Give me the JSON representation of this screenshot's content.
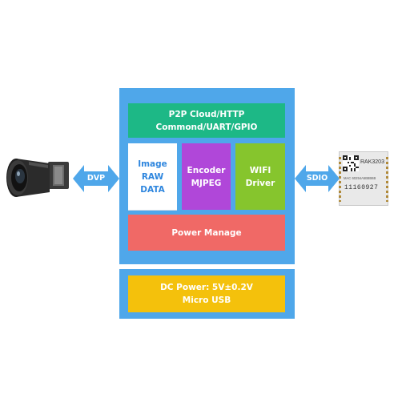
{
  "blocks": {
    "cloud": "P2P Cloud/HTTP\nCommond/UART/GPIO",
    "image": "Image\nRAW\nDATA",
    "encoder": "Encoder\nMJPEG",
    "wifi": "WIFI\nDriver",
    "power": "Power Manage",
    "dc": "DC Power: 5V±0.2V\nMicro USB"
  },
  "connectors": {
    "left": "DVP",
    "right": "SDIO"
  },
  "module_chip": {
    "model": "RAK3203",
    "mac": "MAC 60254A5B8B6B",
    "serial": "11160927"
  },
  "colors": {
    "panel": "#4FA7EA",
    "cloud": "#1DB886",
    "encoder": "#B047D9",
    "wifi": "#86C52D",
    "power": "#F06966",
    "dc": "#F4C10C",
    "arrow": "#4FA7EA"
  },
  "icons": [
    "camera-module-image",
    "wifi-module-image",
    "qr-code-icon"
  ]
}
